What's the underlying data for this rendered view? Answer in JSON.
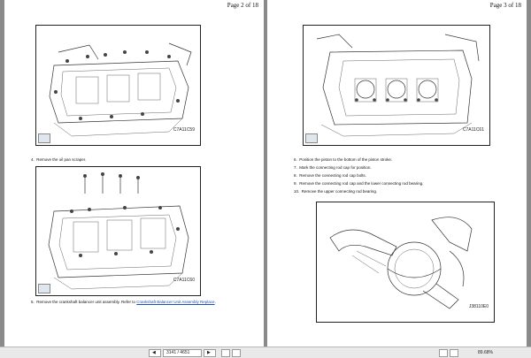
{
  "left_page": {
    "page_label": "Page 2 of 18",
    "figure_top_code": "C7A11C59",
    "figure_bottom_code": "C7A11C60",
    "steps": [
      {
        "num": "4.",
        "text": "Remove the oil pan scraper."
      },
      {
        "num": "5.",
        "text": "Remove the crankshaft balancer unit assembly. Refer to ",
        "link": "Crankshaft Balancer Unit Assembly Replace",
        "suffix": "."
      }
    ]
  },
  "right_page": {
    "page_label": "Page 3 of 18",
    "figure_top_code": "C7A11C61",
    "figure_bottom_code": "J38110E0",
    "steps": [
      {
        "num": "6.",
        "text": "Position the piston to the bottom of the piston stroke."
      },
      {
        "num": "7.",
        "text": "Mark the connecting rod cap for position."
      },
      {
        "num": "8.",
        "text": "Remove the connecting rod cap bolts."
      },
      {
        "num": "9.",
        "text": "Remove the connecting rod cap and the lower connecting rod bearing."
      },
      {
        "num": "10.",
        "text": "Remove the upper connecting rod bearing."
      }
    ]
  },
  "statusbar": {
    "page_indicator": "3141 / 4651",
    "zoom": "89.68%"
  }
}
